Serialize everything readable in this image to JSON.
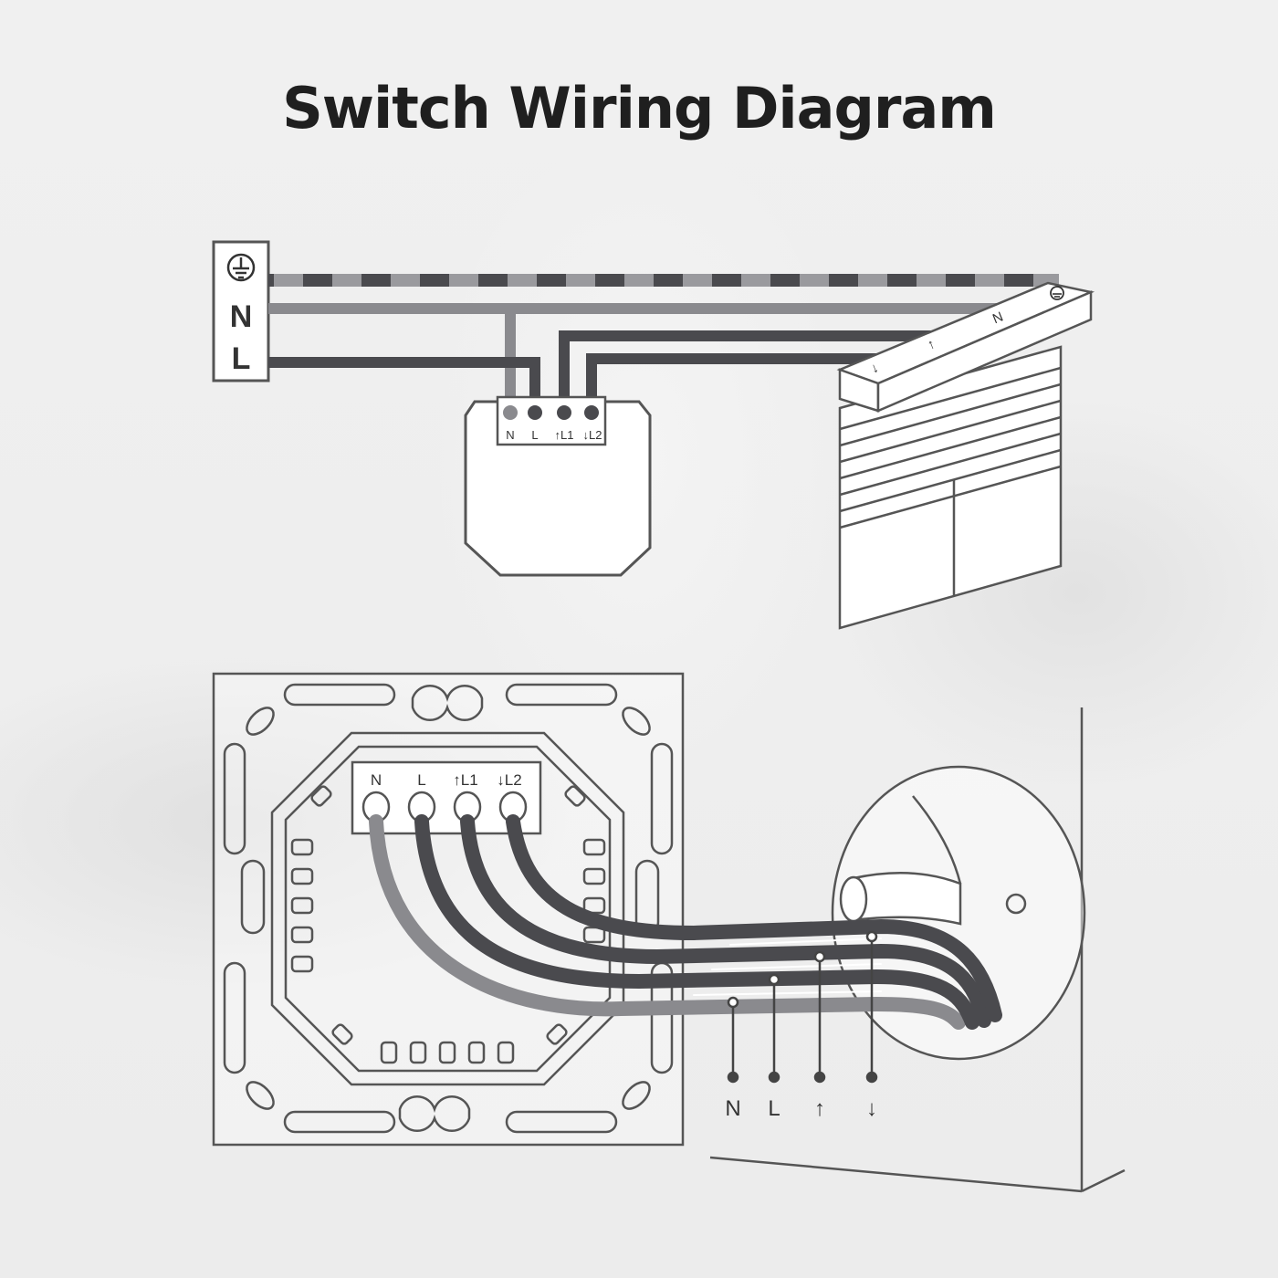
{
  "title": "Switch Wiring Diagram",
  "supply_block": {
    "terminals": [
      "N",
      "L"
    ],
    "icons": [
      "earth-ground-icon"
    ]
  },
  "module": {
    "terminals": [
      "N",
      "L",
      "↑L1",
      "↓L2"
    ]
  },
  "motor": {
    "labels": [
      "N",
      "↑",
      "↓"
    ],
    "icons": [
      "earth-ground-icon"
    ]
  },
  "switch_plate": {
    "terminals": [
      "N",
      "L",
      "↑L1",
      "↓L2"
    ]
  },
  "outputs": {
    "labels": [
      "N",
      "L",
      "↑",
      "↓"
    ]
  },
  "colors": {
    "title": "#1f1f1f",
    "wire_dark": "#4a4a4e",
    "wire_light": "#8a8a8e",
    "outline": "#555555"
  }
}
